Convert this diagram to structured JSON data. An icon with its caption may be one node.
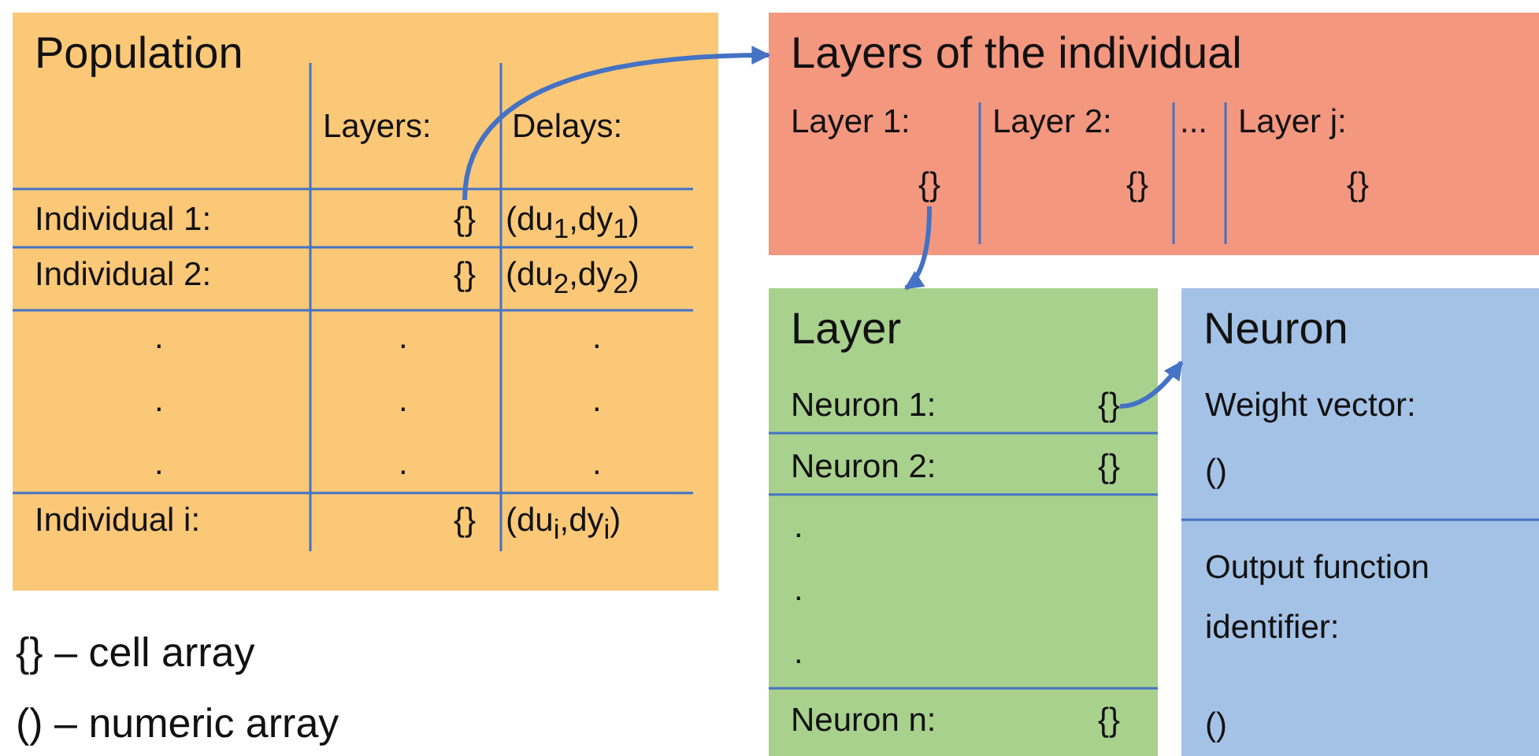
{
  "diagram": {
    "nodes": [
      {
        "text": [
          "Population"
        ]
      },
      {
        "text": [
          "{}"
        ],
        "in": 0
      },
      {
        "text": [
          "Layers of the individual"
        ]
      },
      {
        "text": [
          "{}"
        ],
        "in": 2
      },
      {
        "text": [
          "Layer"
        ]
      },
      {
        "text": [
          "{}"
        ],
        "in": 4
      },
      {
        "text": [
          "Neuron"
        ]
      }
    ],
    "edges": [
      {
        "from": 1,
        "to": 2,
        "arrow": "to"
      },
      {
        "from": 3,
        "to": 4,
        "arrow": "to"
      },
      {
        "from": 5,
        "to": 6,
        "arrow": "to"
      }
    ],
    "labels": [
      "Layers:",
      "Delays:",
      "Individual 1:",
      "(du$_{1}$,dy$_{1}$)",
      "Individual 2:",
      "{}",
      "(du$_{2}$,dy$_{2}$)",
      ".",
      ".",
      ".",
      ".",
      ".",
      ".",
      ".",
      ".",
      ".",
      "Individual i:",
      "{}",
      "(du$_{i}$,dy$_{i}$)",
      "Layer 1:",
      "Layer 2:",
      "...",
      "Layer j:",
      "{}",
      "{}",
      "Neuron 1:",
      "Neuron 2:",
      "{}",
      ".",
      ".",
      ".",
      "Neuron n:",
      "{}",
      "Weight vector:",
      "()",
      "Output function identifier:",
      "()",
      "{} – cell array",
      "() – numeric array"
    ]
  }
}
